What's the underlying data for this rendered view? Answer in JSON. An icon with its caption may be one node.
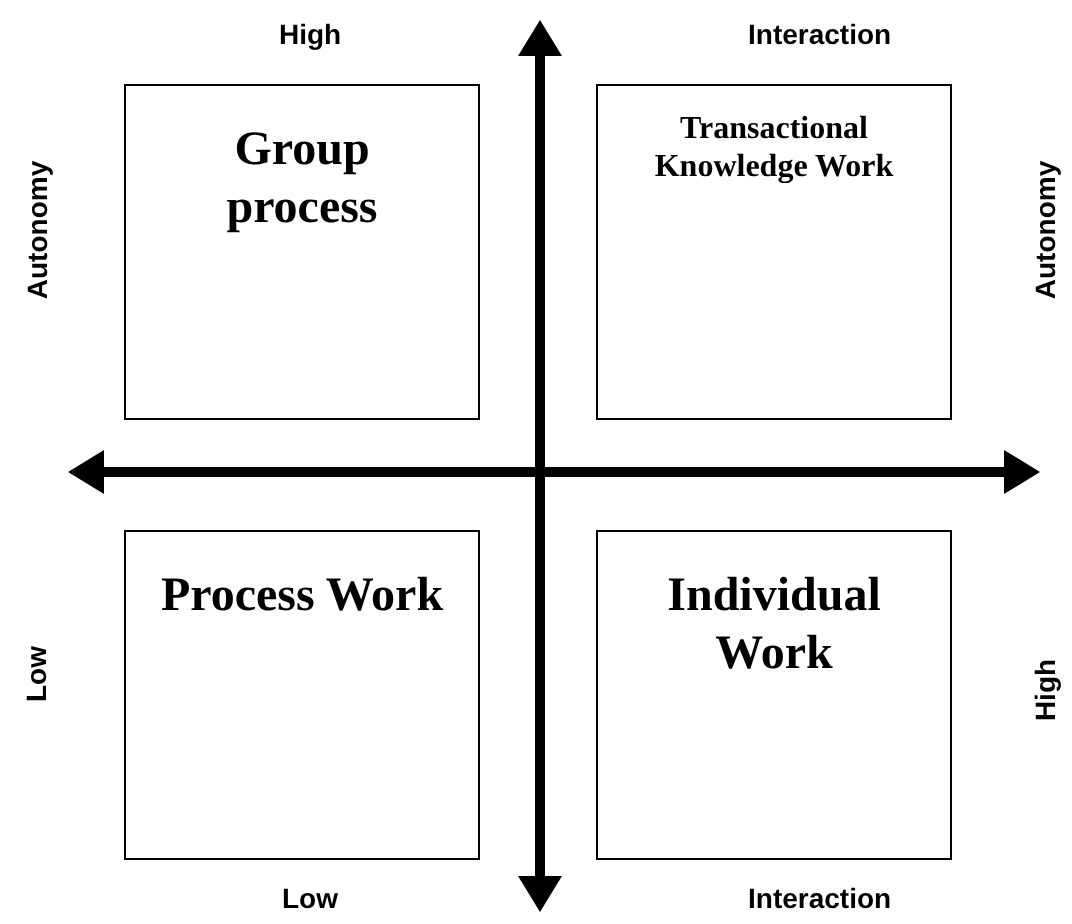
{
  "diagram": {
    "nodes": [
      {
        "text": [
          "Group process"
        ]
      },
      {
        "text": [
          "Transactional Knowledge Work"
        ]
      },
      {
        "text": [
          "Process Work"
        ]
      },
      {
        "text": [
          "Individual Work"
        ]
      }
    ],
    "labels": [
      "High",
      "Interaction",
      "Autonomy",
      "Autonomy",
      "Low",
      "High",
      "Low",
      "Interaction"
    ]
  }
}
